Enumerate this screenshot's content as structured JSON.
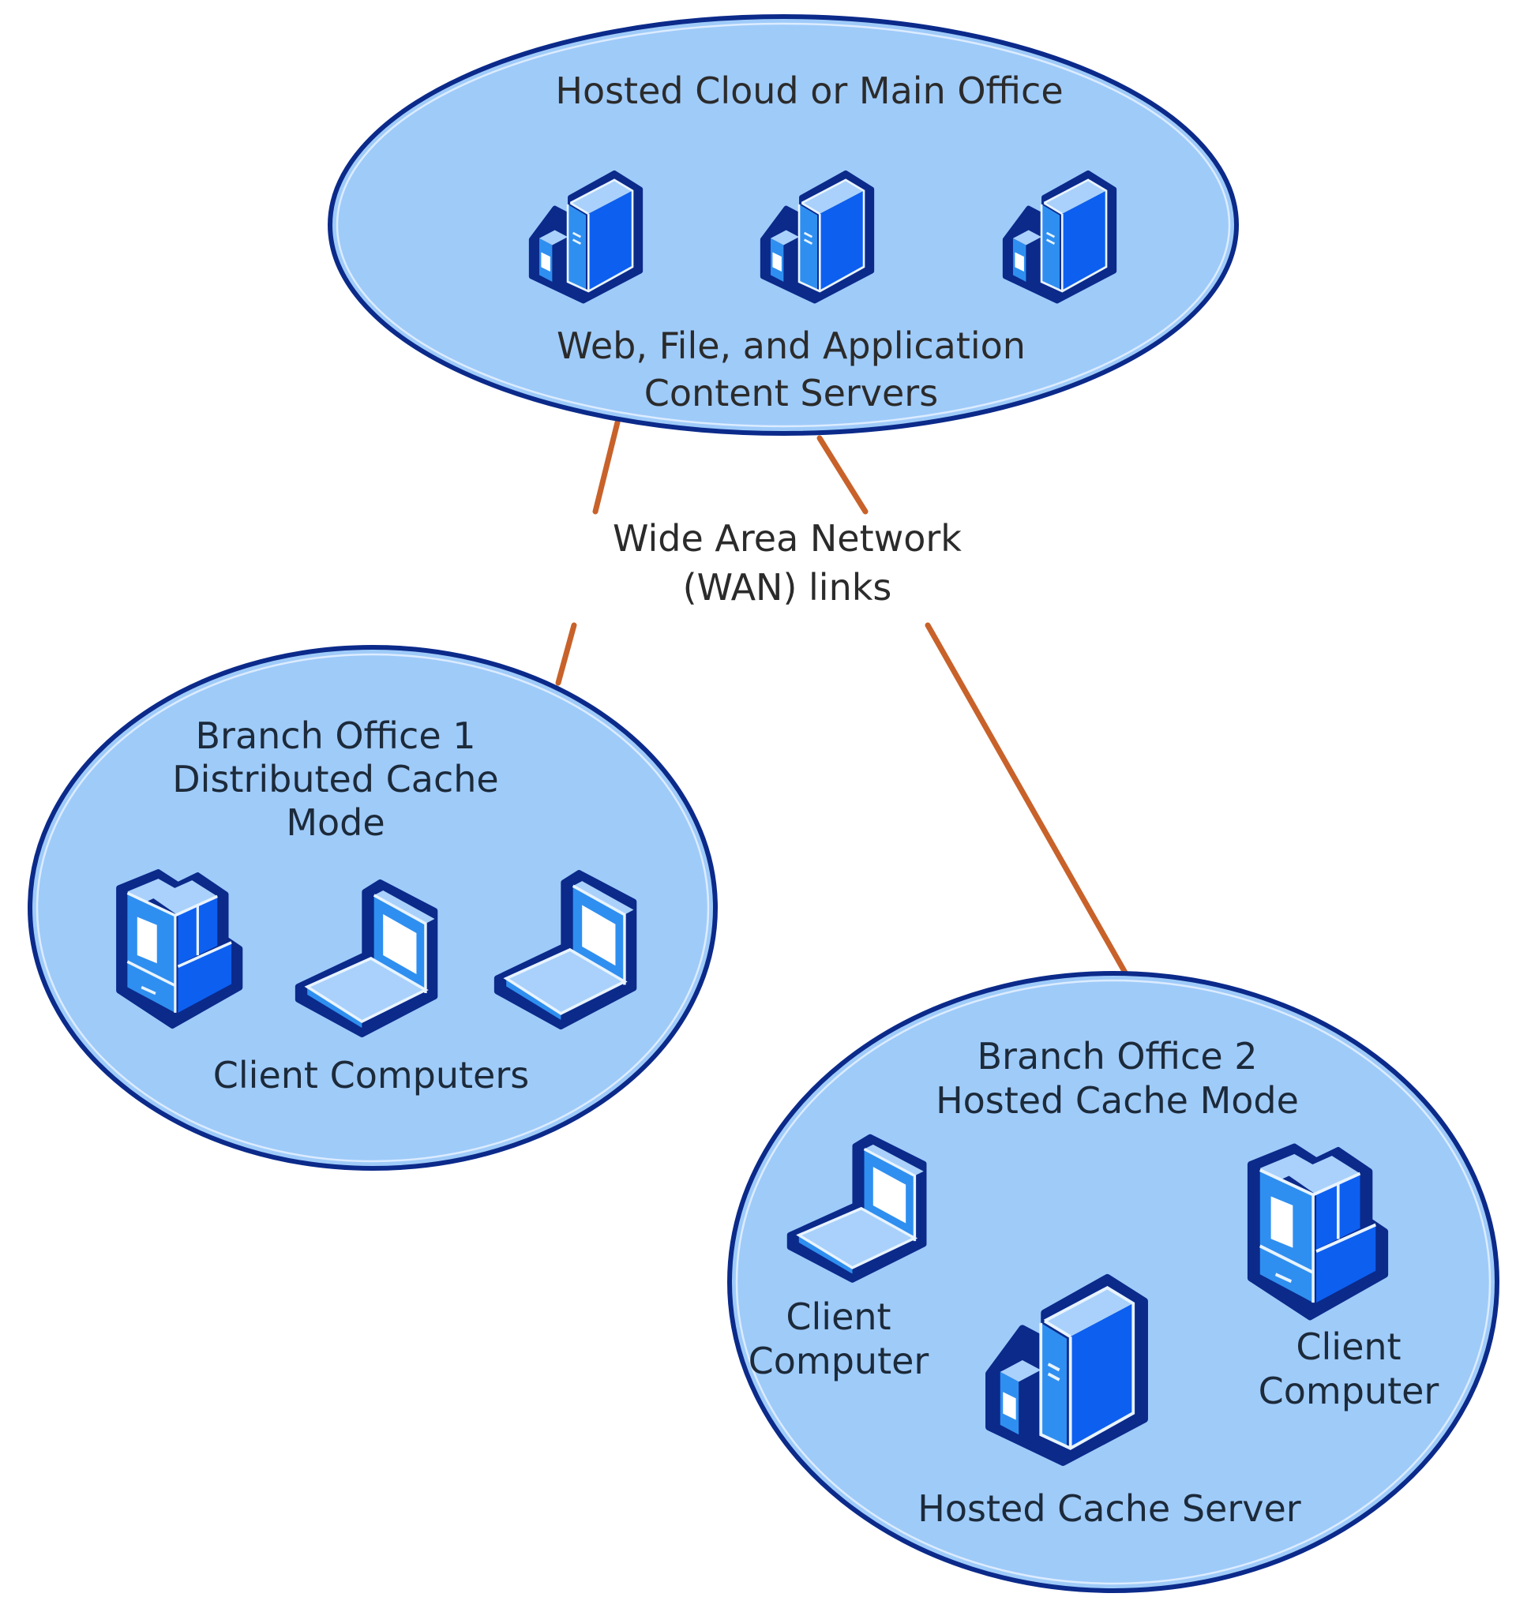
{
  "colors": {
    "zone_fill": "#9fcbf9",
    "zone_stroke": "#0b2a8a",
    "zone_inner_highlight": "#dcecff",
    "wan_link": "#c8622a",
    "icon_outline": "#0b2a8a",
    "icon_light": "#a9d1fb",
    "icon_mid": "#2f8ff0",
    "icon_dark": "#0d5ff0",
    "icon_screen": "#ffffff",
    "icon_edge": "#e9f4ff"
  },
  "main_office": {
    "title": "Hosted Cloud or Main Office",
    "servers_caption_line1": "Web, File, and Application",
    "servers_caption_line2": "Content Servers",
    "server_count": 3
  },
  "wan": {
    "label_line1": "Wide Area Network",
    "label_line2": "(WAN) links"
  },
  "branch1": {
    "title_line1": "Branch Office 1",
    "title_line2": "Distributed Cache",
    "title_line3": "Mode",
    "devices": [
      "desktop",
      "laptop",
      "laptop"
    ],
    "caption": "Client Computers"
  },
  "branch2": {
    "title_line1": "Branch Office 2",
    "title_line2": "Hosted Cache Mode",
    "left_client_line1": "Client",
    "left_client_line2": "Computer",
    "right_client_line1": "Client",
    "right_client_line2": "Computer",
    "server_caption": "Hosted Cache Server"
  }
}
